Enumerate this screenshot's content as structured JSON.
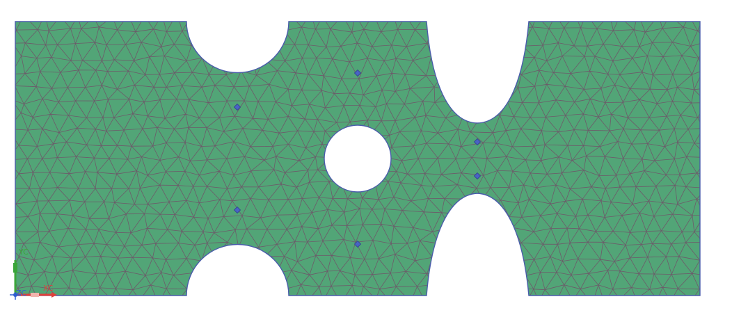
{
  "viewport": {
    "background": "#ffffff",
    "mesh": {
      "fill_color": "#52a577",
      "edge_color": "#6d5a6a",
      "boundary_color": "#4a5cab",
      "node_marker_color": "#4a63c4",
      "element_type": "triangle"
    }
  },
  "triad": {
    "y_label": "YC",
    "x_label": "XC",
    "z_label": "ZC",
    "y_color": "#3aa53a",
    "x_color": "#e0403a",
    "z_color": "#2f5fd0"
  }
}
